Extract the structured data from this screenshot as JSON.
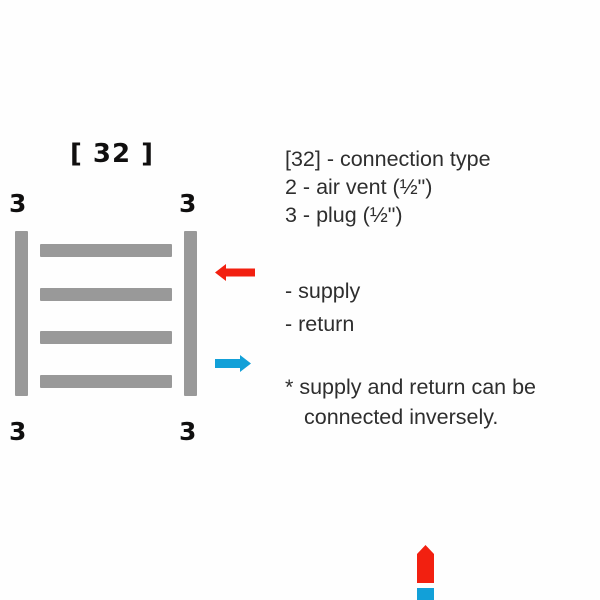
{
  "diagram": {
    "title": "[ 32 ]",
    "plug_labels": {
      "top_left": "3",
      "top_right": "3",
      "bottom_left": "3",
      "bottom_right": "3"
    },
    "tube_count": 4,
    "supply_arrow_direction": "left",
    "return_arrow_direction": "right",
    "colors": {
      "body": "#999999",
      "supply": "#f22010",
      "return": "#12a0d8",
      "text": "#2e2e2e",
      "label": "#100f0f",
      "background": "#fefefe"
    }
  },
  "legend": {
    "connection": [
      "[32] - connection type",
      "2 - air vent (½\")",
      "3 - plug (½\")"
    ],
    "flow": {
      "supply_label": "- supply",
      "return_label": "- return",
      "supply_arrow_direction": "up",
      "return_arrow_direction": "down"
    },
    "note": [
      "* supply and return can be",
      "connected inversely."
    ]
  }
}
